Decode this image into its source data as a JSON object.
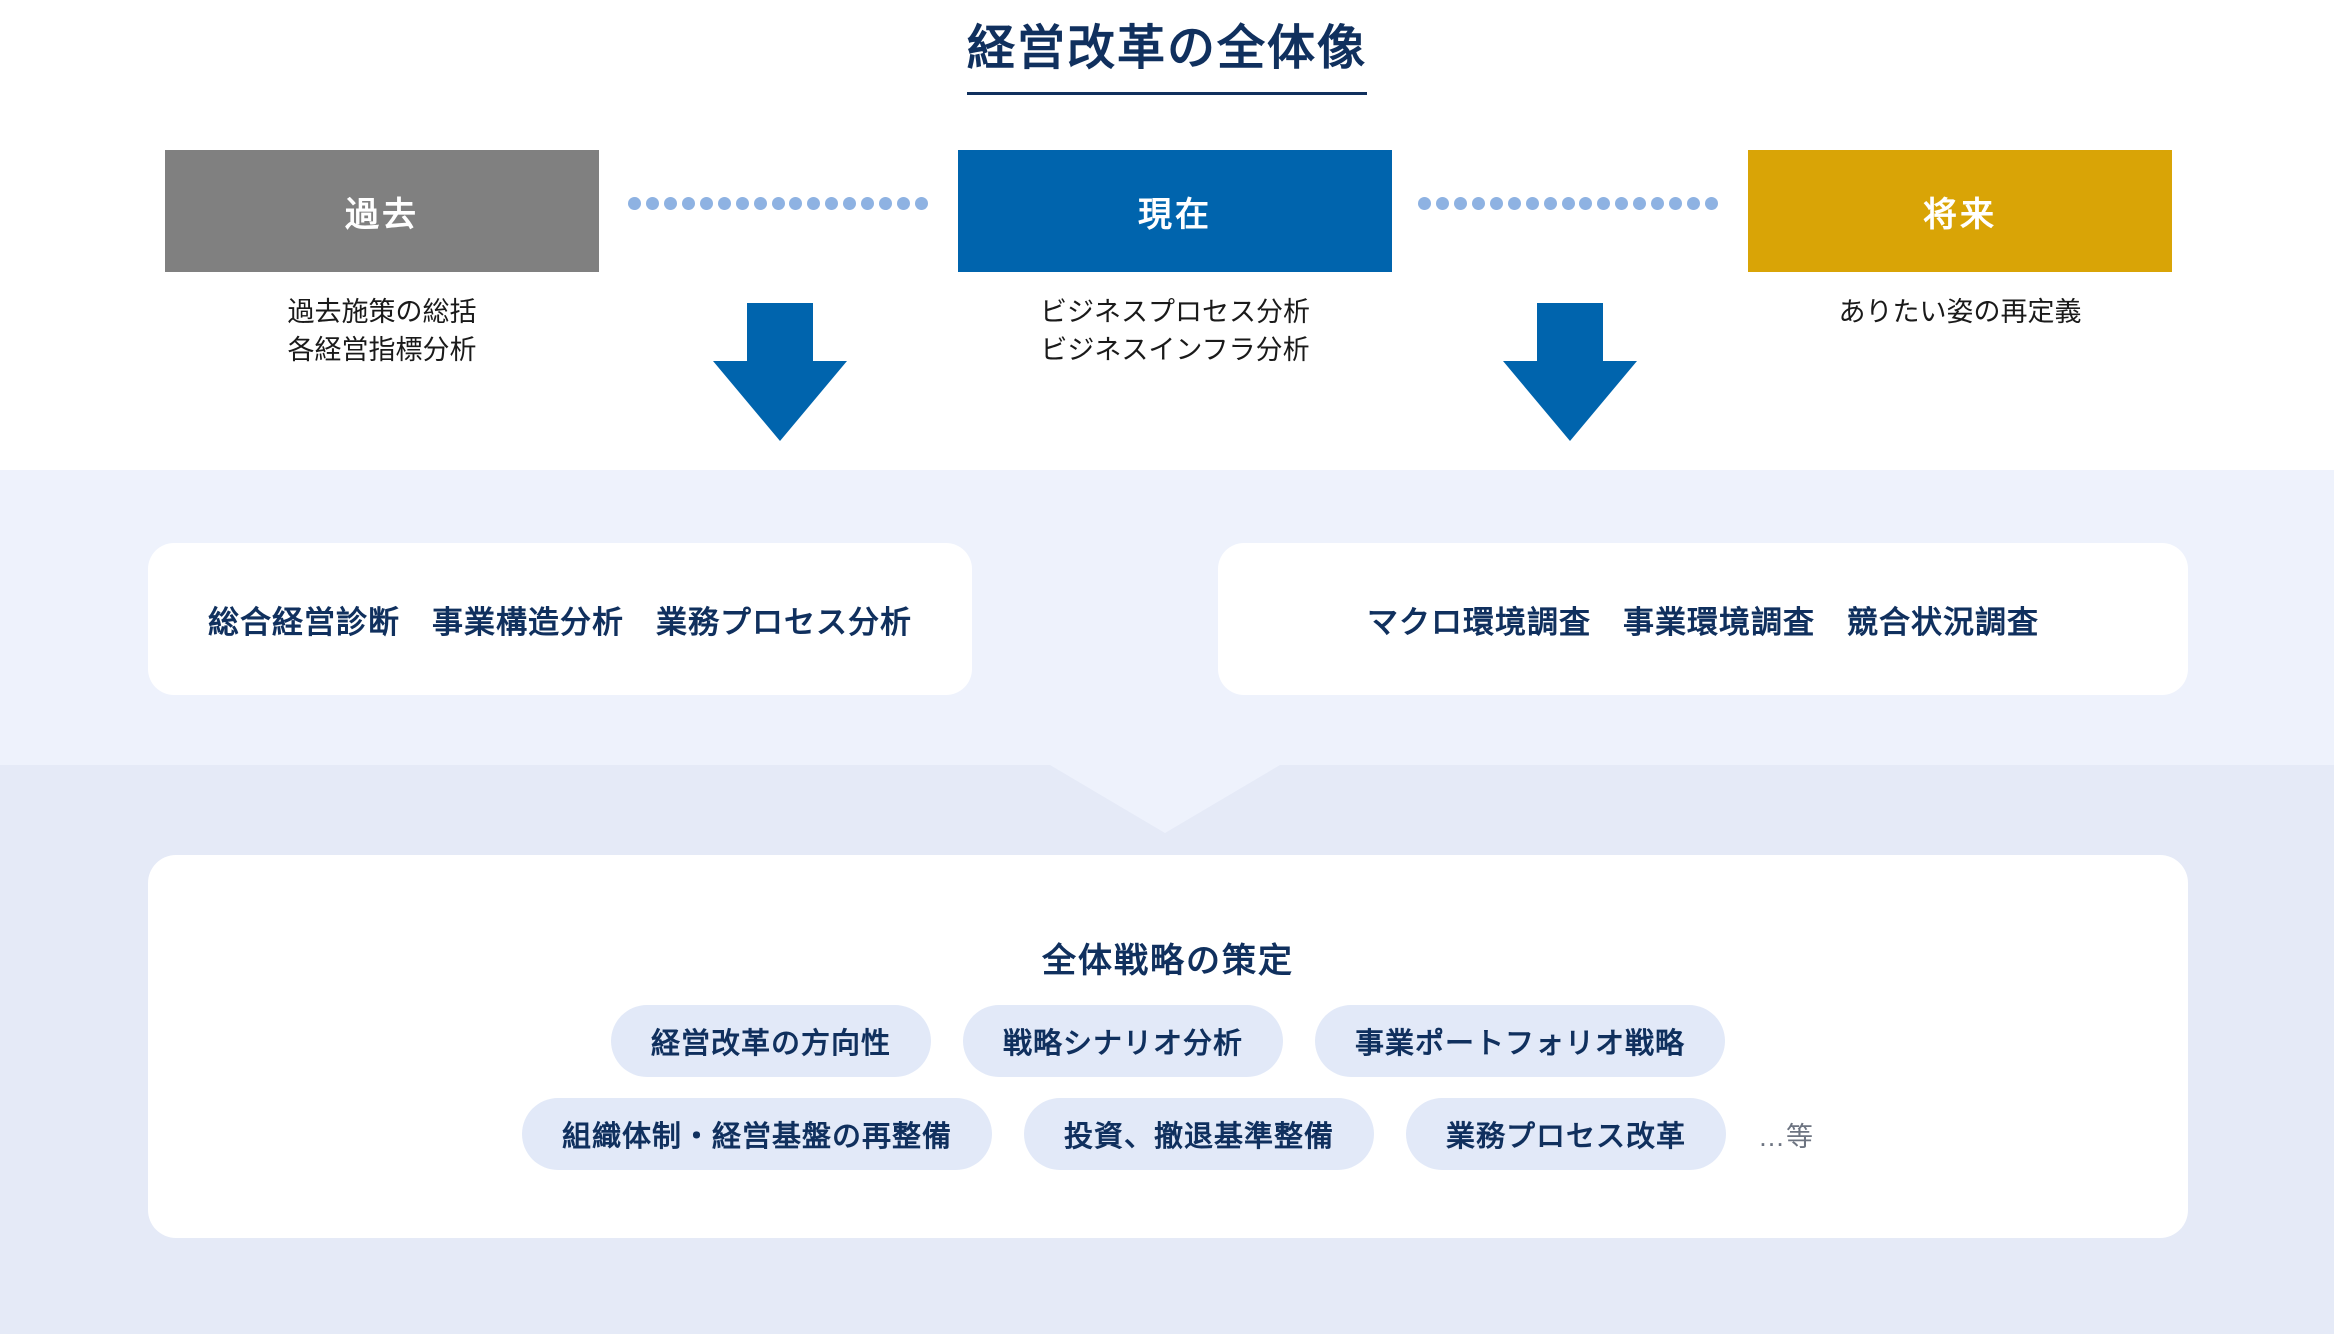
{
  "page": {
    "title": "経営改革の全体像",
    "accent_navy": "#10305e",
    "accent_blue": "#0064ad",
    "accent_gold": "#d9a406",
    "accent_gray": "#808080",
    "band_light": "#eef2fc",
    "band_dark": "#e5eaf7",
    "pill_bg": "#e2e9f8",
    "dot_color": "#8eb2e2"
  },
  "timeline": {
    "items": [
      {
        "label": "過去",
        "caption_line1": "過去施策の総括",
        "caption_line2": "各経営指標分析",
        "color": "#808080"
      },
      {
        "label": "現在",
        "caption_line1": "ビジネスプロセス分析",
        "caption_line2": "ビジネスインフラ分析",
        "color": "#0064ad"
      },
      {
        "label": "将来",
        "caption_line1": "ありたい姿の再定義",
        "caption_line2": "",
        "color": "#d9a406"
      }
    ],
    "connector_dots": 17
  },
  "analysis": {
    "left_card": "総合経営診断　事業構造分析　業務プロセス分析",
    "right_card": "マクロ環境調査　事業環境調査　競合状況調査"
  },
  "strategy": {
    "heading": "全体戦略の策定",
    "row1": [
      "経営改革の方向性",
      "戦略シナリオ分析",
      "事業ポートフォリオ戦略"
    ],
    "row2": [
      "組織体制・経営基盤の再整備",
      "投資、撤退基準整備",
      "業務プロセス改革"
    ],
    "etc": "…等"
  }
}
